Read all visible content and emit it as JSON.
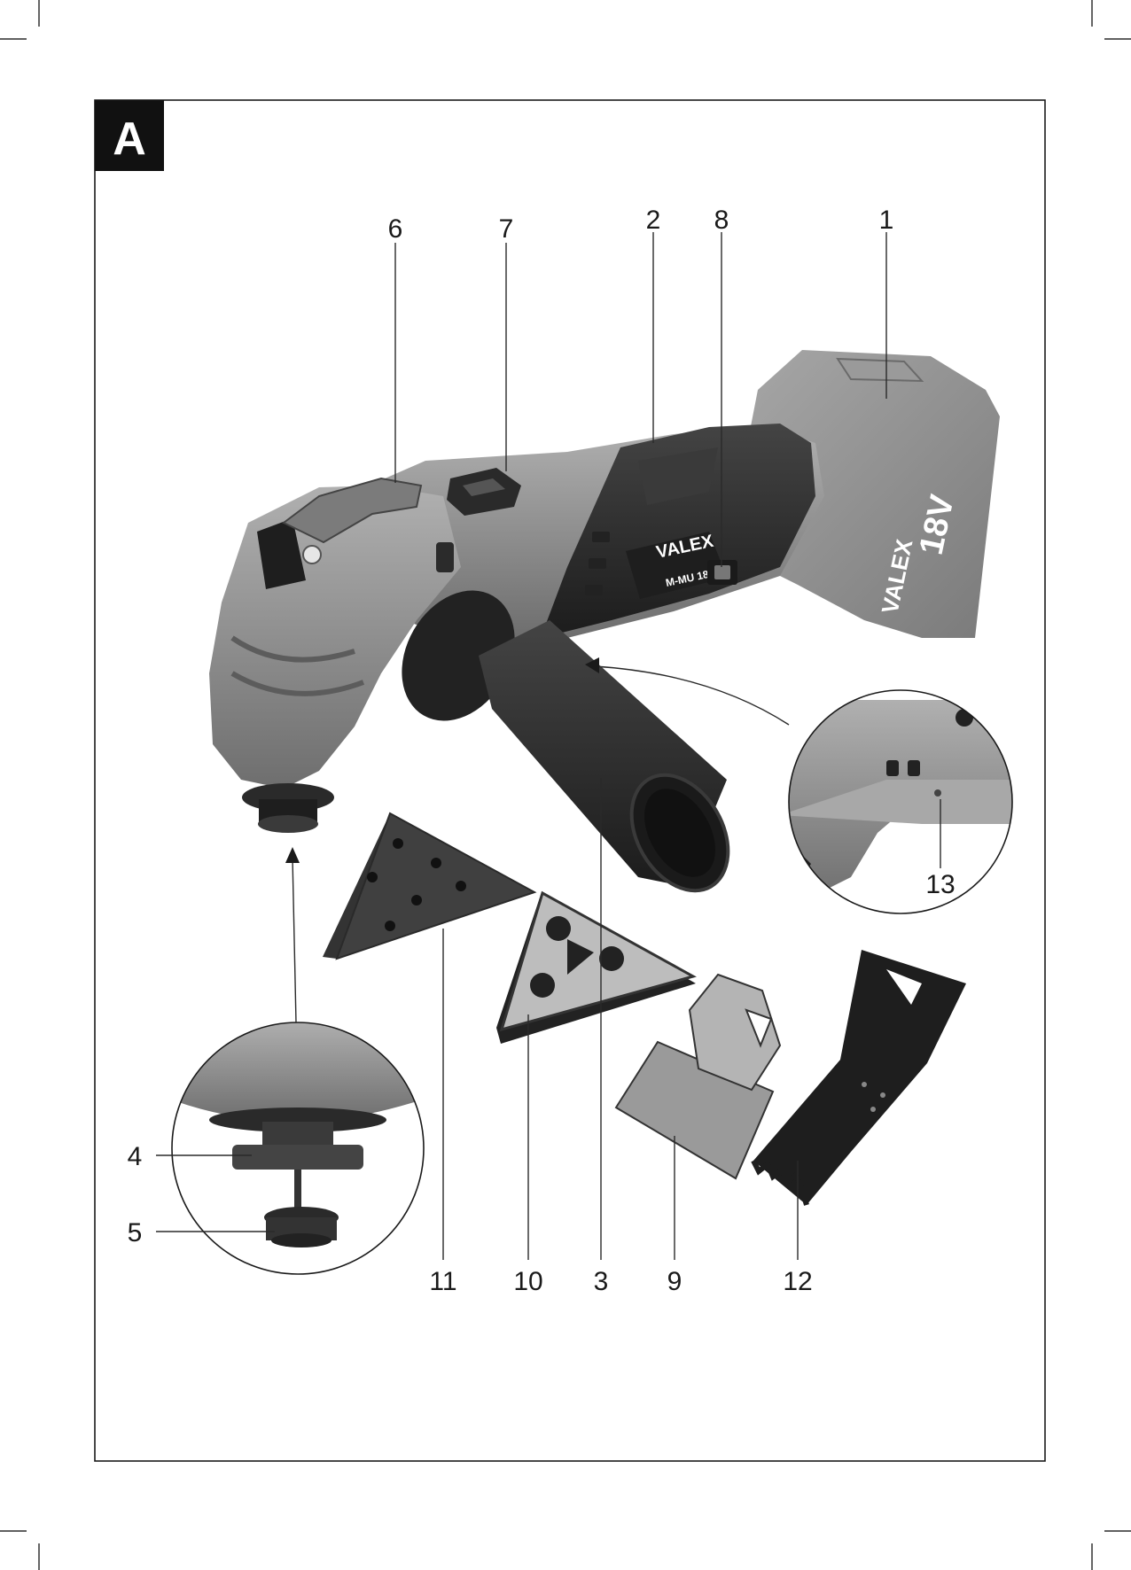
{
  "figure": {
    "badge_label": "A",
    "product_brand": "VALEX",
    "product_model": "M-MU 18",
    "battery_brand": "VALEX",
    "battery_voltage": "18V"
  },
  "callouts": [
    {
      "id": "1",
      "label": "1"
    },
    {
      "id": "2",
      "label": "2"
    },
    {
      "id": "3",
      "label": "3"
    },
    {
      "id": "4",
      "label": "4"
    },
    {
      "id": "5",
      "label": "5"
    },
    {
      "id": "6",
      "label": "6"
    },
    {
      "id": "7",
      "label": "7"
    },
    {
      "id": "8",
      "label": "8"
    },
    {
      "id": "9",
      "label": "9"
    },
    {
      "id": "10",
      "label": "10"
    },
    {
      "id": "11",
      "label": "11"
    },
    {
      "id": "12",
      "label": "12"
    },
    {
      "id": "13",
      "label": "13"
    }
  ],
  "colors": {
    "frame": "#1a1a1a",
    "badge_bg": "#111111",
    "tool_body": "#8c8c8c",
    "tool_dark": "#2b2b2b",
    "accessory_metal": "#9a9a9a"
  }
}
